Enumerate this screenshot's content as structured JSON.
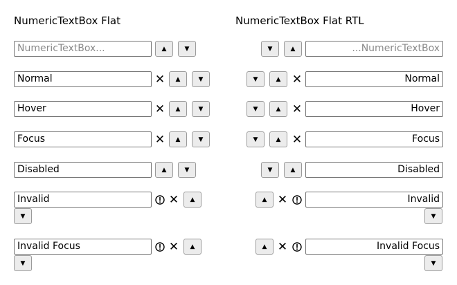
{
  "titles": {
    "ltr": "NumericTextBox Flat",
    "rtl": "NumericTextBox Flat RTL"
  },
  "icons": {
    "up": "▲",
    "down": "▼",
    "clear": "✕"
  },
  "ltr": {
    "placeholder": "NumericTextBox...",
    "normal": "Normal",
    "hover": "Hover",
    "focus": "Focus",
    "disabled": "Disabled",
    "invalid": "Invalid",
    "invalid_focus": "Invalid Focus"
  },
  "rtl": {
    "placeholder": "...NumericTextBox",
    "normal": "Normal",
    "hover": "Hover",
    "focus": "Focus",
    "disabled": "Disabled",
    "invalid": "Invalid",
    "invalid_focus": "Invalid Focus"
  }
}
